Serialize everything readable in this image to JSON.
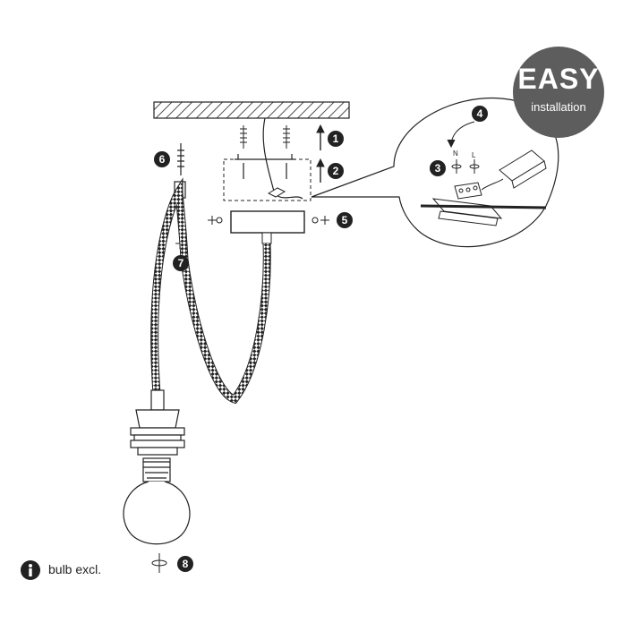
{
  "badge": {
    "title": "EASY",
    "subtitle": "installation"
  },
  "steps": [
    "1",
    "2",
    "3",
    "4",
    "5",
    "6",
    "7",
    "8"
  ],
  "wire_labels": {
    "neutral": "N",
    "live": "L"
  },
  "note": {
    "icon": "info-icon",
    "text": "bulb excl."
  },
  "colors": {
    "line": "#222222",
    "badge": "#5d5d5d",
    "cable": "#333333"
  }
}
